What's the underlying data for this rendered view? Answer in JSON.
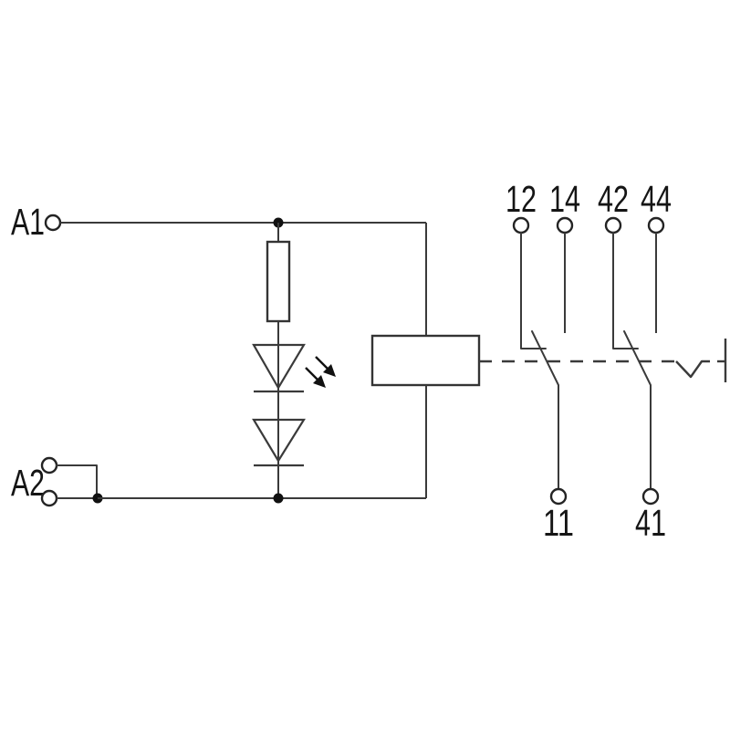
{
  "page": {
    "background": "#ffffff"
  },
  "diagram": {
    "type": "relay-module-wiring-schematic",
    "line_color": "#3a3a3a",
    "text_color": "#151515",
    "coil": {
      "a1_label": "A1",
      "a2_label": "A2"
    },
    "contacts": {
      "top_labels": [
        "12",
        "14",
        "42",
        "44"
      ],
      "bottom_labels": [
        "11",
        "41"
      ]
    },
    "symbols": [
      "terminal-circle",
      "junction-dot",
      "series-resistor",
      "led-indicator-diode",
      "light-emission-arrows",
      "relay-coil-box",
      "changeover-contact-blade",
      "mechanical-actuator-dashed-link",
      "actuator-end-bar"
    ]
  }
}
